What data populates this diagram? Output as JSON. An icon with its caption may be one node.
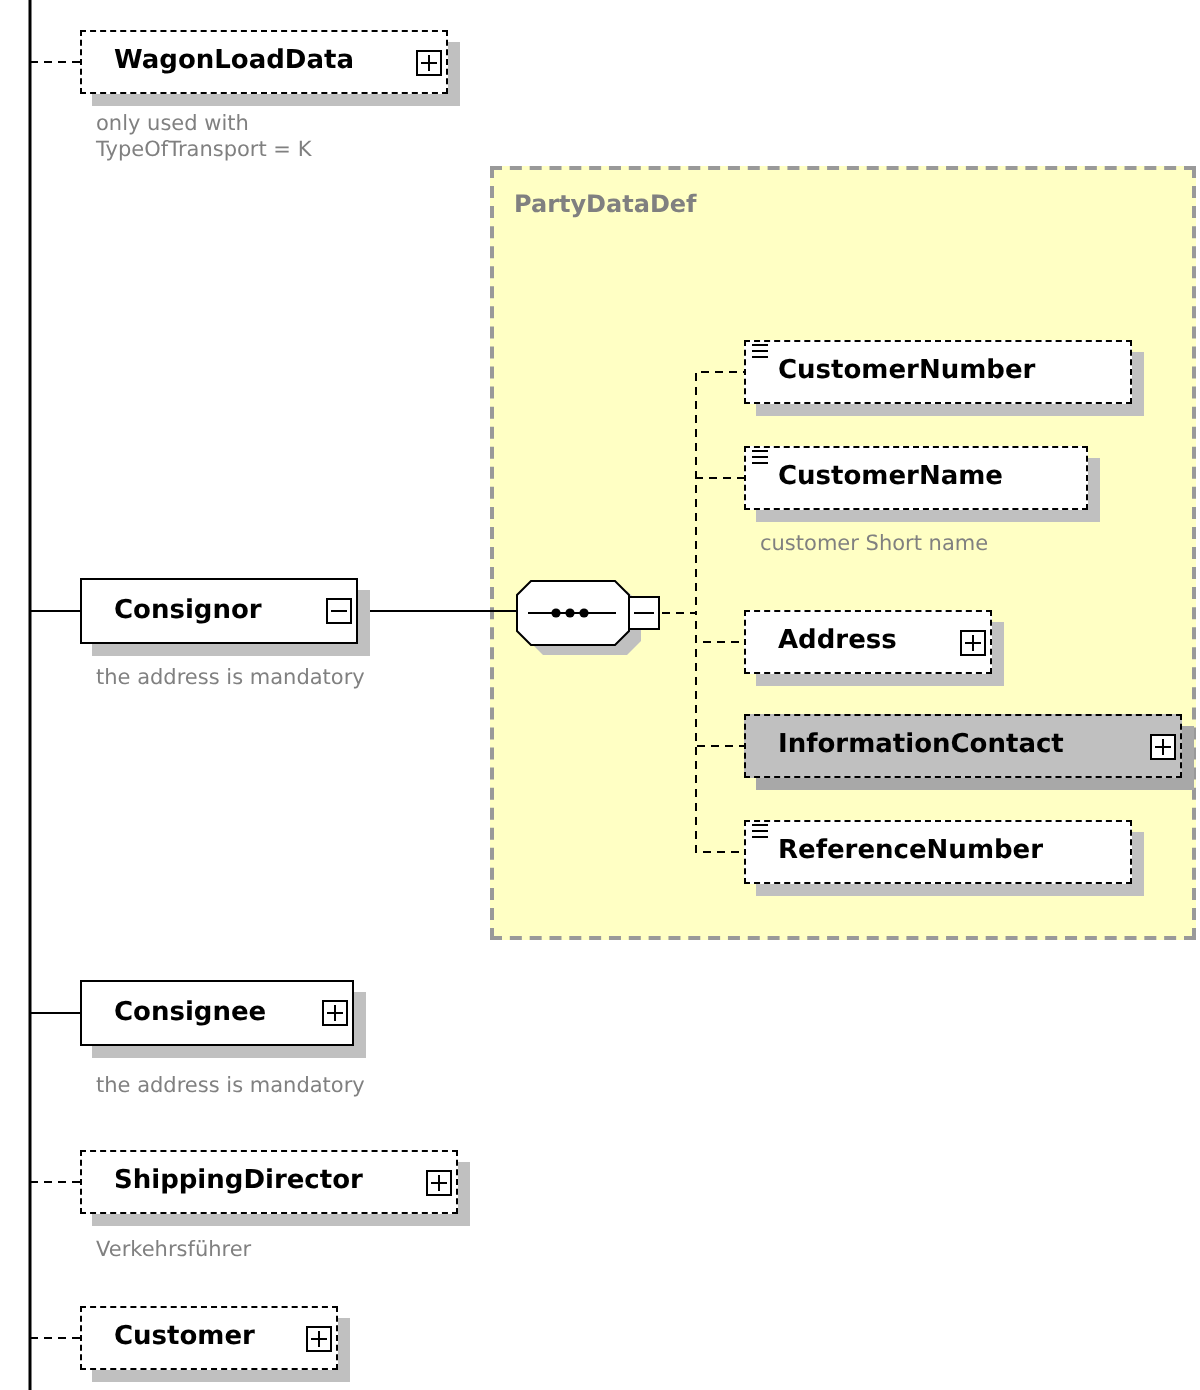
{
  "diagram": {
    "nodes": [
      {
        "text": [
          "WagonLoadData"
        ],
        "beside": [
          "only used with TypeOfTransport = K"
        ]
      },
      {
        "text": [
          "Consignor"
        ],
        "beside": [
          "the address is mandatory"
        ]
      },
      {
        "text": [
          "PartyDataDef"
        ]
      },
      {
        "text": [],
        "shape": "octagon",
        "in": 2
      },
      {
        "text": [
          "CustomerNumber"
        ],
        "in": 2
      },
      {
        "text": [
          "CustomerName"
        ],
        "in": 2,
        "beside": [
          "customer Short name"
        ]
      },
      {
        "text": [
          "Address"
        ],
        "in": 2
      },
      {
        "text": [
          "InformationContact"
        ],
        "in": 2
      },
      {
        "text": [
          "ReferenceNumber"
        ],
        "in": 2
      },
      {
        "text": [
          "Consignee"
        ],
        "beside": [
          "the address is mandatory"
        ]
      },
      {
        "text": [
          "ShippingDirector"
        ],
        "beside": [
          "Verkehrsführer"
        ]
      },
      {
        "text": [
          "Customer"
        ]
      }
    ],
    "edges": [
      {
        "from": null,
        "to": 0,
        "arrow": "none",
        "style": "dashed"
      },
      {
        "from": null,
        "to": 1,
        "arrow": "none"
      },
      {
        "from": 1,
        "to": 3,
        "arrow": "none"
      },
      {
        "from": 3,
        "to": 4,
        "arrow": "none",
        "style": "dashed"
      },
      {
        "from": 3,
        "to": 5,
        "arrow": "none",
        "style": "dashed"
      },
      {
        "from": 3,
        "to": 6,
        "arrow": "none",
        "style": "dashed"
      },
      {
        "from": 3,
        "to": 7,
        "arrow": "none",
        "style": "dashed"
      },
      {
        "from": 3,
        "to": 8,
        "arrow": "none",
        "style": "dashed"
      },
      {
        "from": null,
        "to": 9,
        "arrow": "none"
      },
      {
        "from": null,
        "to": 10,
        "arrow": "none",
        "style": "dashed"
      },
      {
        "from": null,
        "to": 11,
        "arrow": "none",
        "style": "dashed"
      }
    ]
  }
}
